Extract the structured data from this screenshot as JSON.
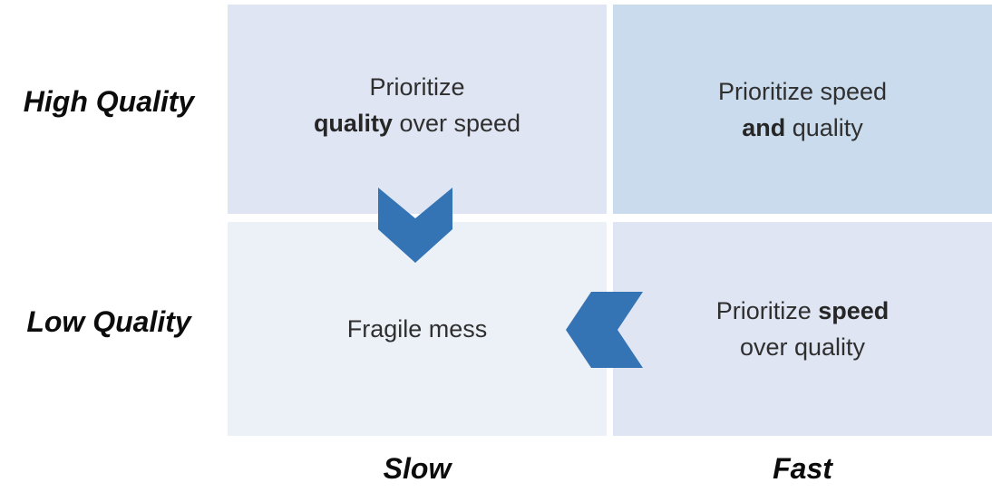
{
  "matrix": {
    "row_labels": [
      {
        "label": "High Quality"
      },
      {
        "label": "Low Quality"
      }
    ],
    "col_labels": [
      {
        "label": "Slow"
      },
      {
        "label": "Fast"
      }
    ],
    "quadrants": {
      "top_left": {
        "line1": "Prioritize",
        "line2_bold": "quality",
        "line2_rest": " over speed"
      },
      "top_right": {
        "line1": "Prioritize speed",
        "line2_bold": "and",
        "line2_rest": " quality"
      },
      "bottom_left": {
        "text": "Fragile mess"
      },
      "bottom_right": {
        "line1_pre": "Prioritize ",
        "line1_bold": "speed",
        "line2": "over quality"
      }
    }
  },
  "icons": {
    "chevron_down": "chevron-down-icon",
    "chevron_left": "chevron-left-icon"
  },
  "colors": {
    "quadrant_top_left": "#dfe5f2",
    "quadrant_top_right": "#c9dbec",
    "quadrant_bottom_left": "#ecf1f8",
    "quadrant_bottom_right": "#dfe5f2",
    "arrow": "#3474b5",
    "quadrant_text": "#2f2f2f",
    "label_text": "#0c0c0c",
    "background": "#ffffff"
  }
}
